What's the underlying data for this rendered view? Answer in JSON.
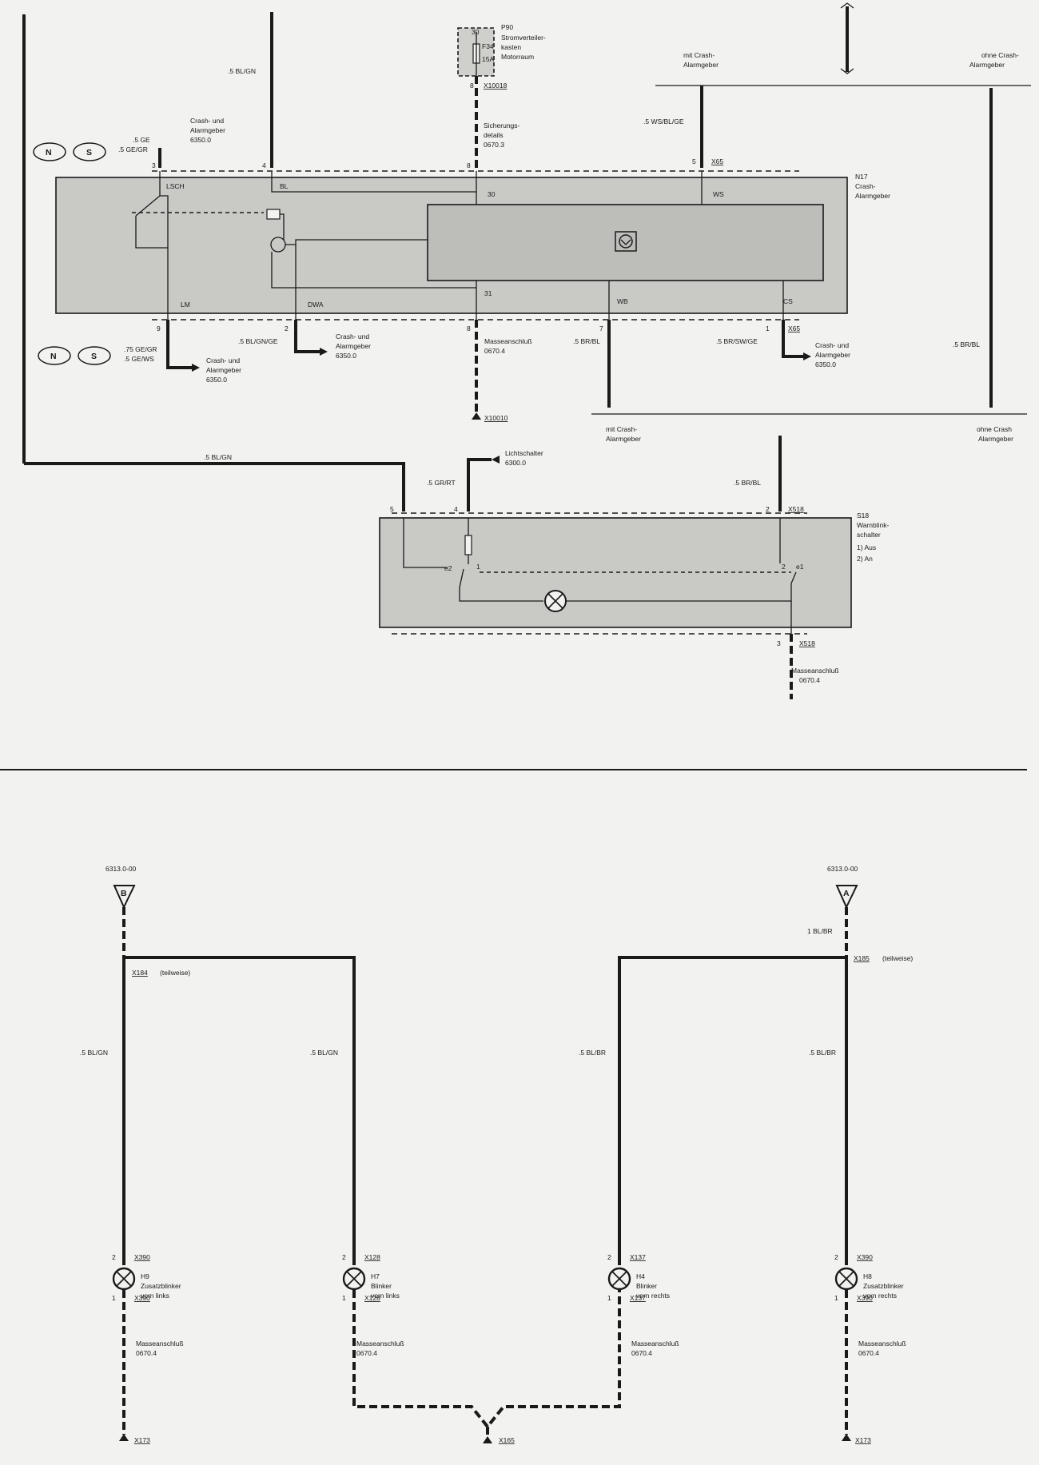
{
  "colors": {
    "background": "#f2f2f0",
    "ink": "#1a1a1a",
    "module_fill": "#c9c9c6"
  },
  "fuse": {
    "ref": "P90",
    "desc_1": "Stromverteiler-",
    "desc_2": "kasten",
    "desc_3": "Motorraum",
    "name": "F34",
    "rating": "15A",
    "pin_top": "30",
    "pin_bottom": "8",
    "connector": "X10018"
  },
  "alarm": {
    "id": "N17",
    "name_1": "Crash-",
    "name_2": "Alarmgeber",
    "ns_n": "N",
    "ns_s": "S",
    "top_wire_1": ".5 GE",
    "top_wire_2": ".5 GE/GR",
    "top_dest_1": "Crash- und",
    "top_dest_2": "Alarmgeber",
    "top_dest_3": "6350.0",
    "wire_4": ".5 BL/GN",
    "fuse_ref_1": "Sicherungs-",
    "fuse_ref_2": "details",
    "fuse_ref_3": "0670.3",
    "variant_a_1": "mit Crash-",
    "variant_a_2": "Alarmgeber",
    "variant_b_1": "ohne Crash-",
    "variant_b_2": "Alarmgeber",
    "wire_5": ".5 WS/BL/GE",
    "conn_top": "X65",
    "pin_3": "3",
    "pin_4": "4",
    "pin_8": "8",
    "pin_5": "5",
    "lbl_lsch": "LSCH",
    "lbl_bl": "BL",
    "lbl_30": "30",
    "lbl_ws": "WS",
    "lbl_lm": "LM",
    "lbl_dwa": "DWA",
    "lbl_31": "31",
    "lbl_wb": "WB",
    "lbl_cs": "CS",
    "pin_9": "9",
    "pin_2": "2",
    "pin_8b": "8",
    "pin_7": "7",
    "pin_1": "1",
    "conn_bottom": "X65",
    "wire_9a": ".75 GE/GR",
    "wire_9b": ".5 GE/WS",
    "dest_9_1": "Crash- und",
    "dest_9_2": "Alarmgeber",
    "dest_9_3": "6350.0",
    "wire_2": ".5 BL/GN/GE",
    "dest_2_1": "Crash- und",
    "dest_2_2": "Alarmgeber",
    "dest_2_3": "6350.0",
    "ground_1": "Masseanschluß",
    "ground_2": "0670.4",
    "ground_conn": "X10010",
    "wire_7": ".5 BR/BL",
    "wire_1": ".5 BR/SW/GE",
    "dest_1_1": "Crash- und",
    "dest_1_2": "Alarmgeber",
    "dest_1_3": "6350.0",
    "wire_right": ".5 BR/BL",
    "variant_c_1": "mit Crash-",
    "variant_c_2": "Alarmgeber",
    "variant_d_1": "ohne Crash",
    "variant_d_2": "Alarmgeber"
  },
  "hazard": {
    "id": "S18",
    "name_1": "Warnblink-",
    "name_2": "schalter",
    "state_1": "1)  Aus",
    "state_2": "2)  An",
    "wire_left": ".5 BL/GN",
    "wire_mid": ".5 GR/RT",
    "light_1": "Lichtschalter",
    "light_2": "6300.0",
    "wire_right": ".5 BR/BL",
    "pin_5": "5",
    "pin_4": "4",
    "pin_2": "2",
    "conn_top": "X518",
    "sw_e2": "e2",
    "sw_1": "1",
    "sw_2": "2",
    "sw_e1": "e1",
    "pin_3": "3",
    "conn_bottom": "X518",
    "ground_1": "Masseanschluß",
    "ground_2": "0670.4"
  },
  "lower": {
    "ref_b": "6313.0-00",
    "tri_b": "B",
    "ref_a": "6313.0-00",
    "tri_a": "A",
    "splice_left": "X184",
    "splice_left_note": "(teilweise)",
    "splice_right": "X185",
    "splice_right_note": "(teilweise)",
    "feed_right": "1 BL/BR",
    "bottom_splice": "X165",
    "bottom_left": "X173",
    "bottom_right": "X173",
    "lamps": [
      {
        "wire": ".5 BL/GN",
        "pin_top": "2",
        "pin_bottom": "1",
        "conn": "X390",
        "conn_b": "X390",
        "id": "H9",
        "name_1": "Zusatzblinker",
        "name_2": "vorn links",
        "ground_1": "Masseanschluß",
        "ground_2": "0670.4"
      },
      {
        "wire": ".5 BL/GN",
        "pin_top": "2",
        "pin_bottom": "1",
        "conn": "X128",
        "conn_b": "X128",
        "id": "H7",
        "name_1": "Blinker",
        "name_2": "vorn links",
        "ground_1": "Masseanschluß",
        "ground_2": "0670.4"
      },
      {
        "wire": ".5 BL/BR",
        "pin_top": "2",
        "pin_bottom": "1",
        "conn": "X137",
        "conn_b": "X137",
        "id": "H4",
        "name_1": "Blinker",
        "name_2": "vorn rechts",
        "ground_1": "Masseanschluß",
        "ground_2": "0670.4"
      },
      {
        "wire": ".5 BL/BR",
        "pin_top": "2",
        "pin_bottom": "1",
        "conn": "X390",
        "conn_b": "X390",
        "id": "H8",
        "name_1": "Zusatzblinker",
        "name_2": "vorn rechts",
        "ground_1": "Masseanschluß",
        "ground_2": "0670.4"
      }
    ]
  }
}
